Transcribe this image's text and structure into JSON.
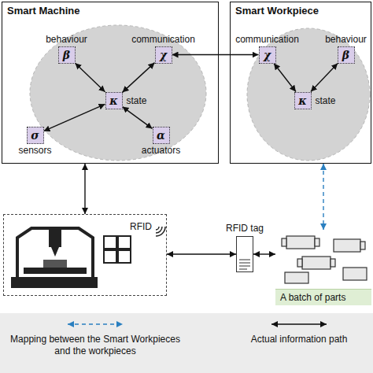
{
  "diagram": {
    "nodes": [
      {
        "text": [
          "Smart Machine"
        ]
      },
      {
        "text": [
          "β",
          "behaviour"
        ],
        "in": 0
      },
      {
        "text": [
          "χ",
          "communication"
        ],
        "in": 0
      },
      {
        "text": [
          "κ",
          "state"
        ],
        "in": 0
      },
      {
        "text": [
          "σ",
          "sensors"
        ],
        "in": 0
      },
      {
        "text": [
          "α",
          "actuators"
        ],
        "in": 0
      },
      {
        "text": [
          "Smart Workpiece"
        ]
      },
      {
        "text": [
          "χ",
          "communication"
        ],
        "in": 6
      },
      {
        "text": [
          "β",
          "behaviour"
        ],
        "in": 6
      },
      {
        "text": [
          "κ",
          "state"
        ],
        "in": 6
      },
      {
        "text": [
          "RFID"
        ]
      },
      {
        "text": [
          "RFID tag"
        ]
      },
      {
        "text": [
          "A batch of parts"
        ]
      }
    ],
    "edges": [
      {
        "from": 3,
        "to": 1,
        "arrow": "both"
      },
      {
        "from": 3,
        "to": 2,
        "arrow": "both"
      },
      {
        "from": 3,
        "to": 4,
        "arrow": "both"
      },
      {
        "from": 3,
        "to": 5,
        "arrow": "both"
      },
      {
        "from": 2,
        "to": 7,
        "arrow": "both"
      },
      {
        "from": 9,
        "to": 7,
        "arrow": "both"
      },
      {
        "from": 9,
        "to": 8,
        "arrow": "both"
      },
      {
        "from": 0,
        "to": 10,
        "arrow": "both"
      },
      {
        "from": 6,
        "to": 12,
        "arrow": "both"
      },
      {
        "from": 10,
        "to": 11,
        "arrow": "both"
      },
      {
        "from": 11,
        "to": 12,
        "arrow": "both"
      }
    ],
    "legend": [
      {
        "text": "Mapping between the Smart Workpieces and the workpieces"
      },
      {
        "text": "Actual information path"
      }
    ]
  }
}
